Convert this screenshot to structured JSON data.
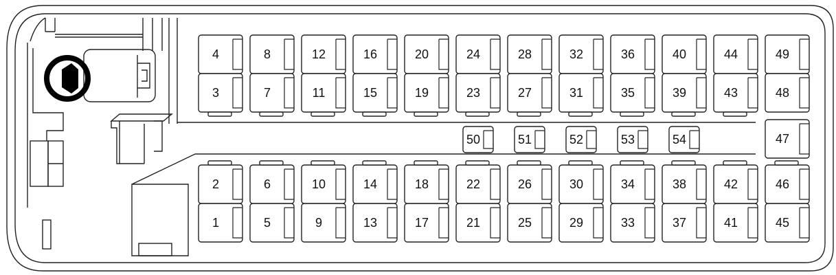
{
  "seat_map": {
    "top_pairs": [
      {
        "rear": "4",
        "front": "3"
      },
      {
        "rear": "8",
        "front": "7"
      },
      {
        "rear": "12",
        "front": "11"
      },
      {
        "rear": "16",
        "front": "15"
      },
      {
        "rear": "20",
        "front": "19"
      },
      {
        "rear": "24",
        "front": "23"
      },
      {
        "rear": "28",
        "front": "27"
      },
      {
        "rear": "32",
        "front": "31"
      },
      {
        "rear": "36",
        "front": "35"
      },
      {
        "rear": "40",
        "front": "39"
      },
      {
        "rear": "44",
        "front": "43"
      },
      {
        "rear": "49",
        "front": "48"
      }
    ],
    "bottom_pairs": [
      {
        "upper": "2",
        "lower": "1"
      },
      {
        "upper": "6",
        "lower": "5"
      },
      {
        "upper": "10",
        "lower": "9"
      },
      {
        "upper": "14",
        "lower": "13"
      },
      {
        "upper": "18",
        "lower": "17"
      },
      {
        "upper": "22",
        "lower": "21"
      },
      {
        "upper": "26",
        "lower": "25"
      },
      {
        "upper": "30",
        "lower": "29"
      },
      {
        "upper": "34",
        "lower": "33"
      },
      {
        "upper": "38",
        "lower": "37"
      },
      {
        "upper": "42",
        "lower": "41"
      },
      {
        "upper": "46",
        "lower": "45"
      }
    ],
    "aisle_seats": [
      "50",
      "51",
      "52",
      "53",
      "54"
    ],
    "rear_middle_seat": "47"
  },
  "icons": {
    "driver": "steering-wheel-icon"
  }
}
